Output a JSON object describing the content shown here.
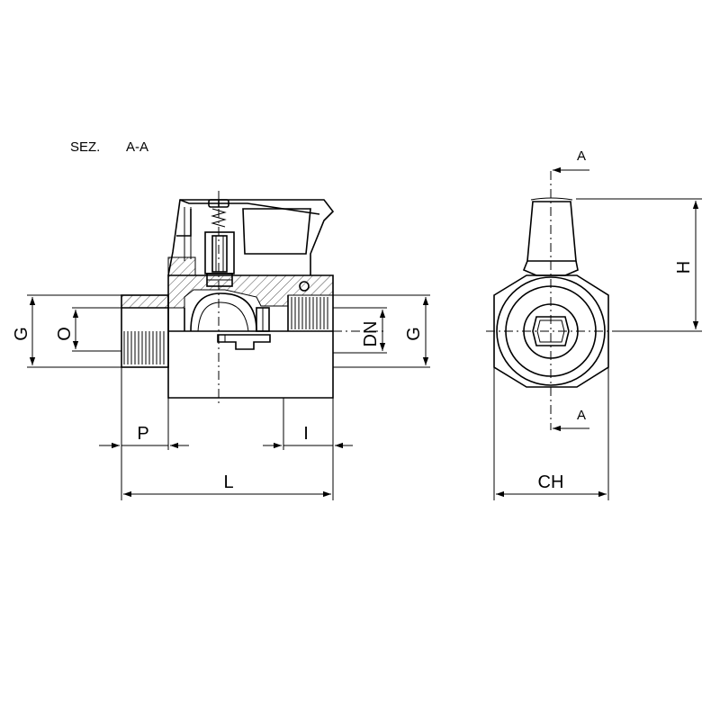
{
  "section_title": {
    "prefix": "SEZ.",
    "name": "A-A"
  },
  "dimensions": {
    "G_left": "G",
    "O": "O",
    "DN": "DN",
    "G_right": "G",
    "P": "P",
    "I": "I",
    "L": "L",
    "H": "H",
    "CH": "CH"
  },
  "section_markers": {
    "top": "A",
    "bottom": "A"
  },
  "colors": {
    "ink": "#000000",
    "handle_fill": "#ffffff",
    "background": "#ffffff"
  }
}
